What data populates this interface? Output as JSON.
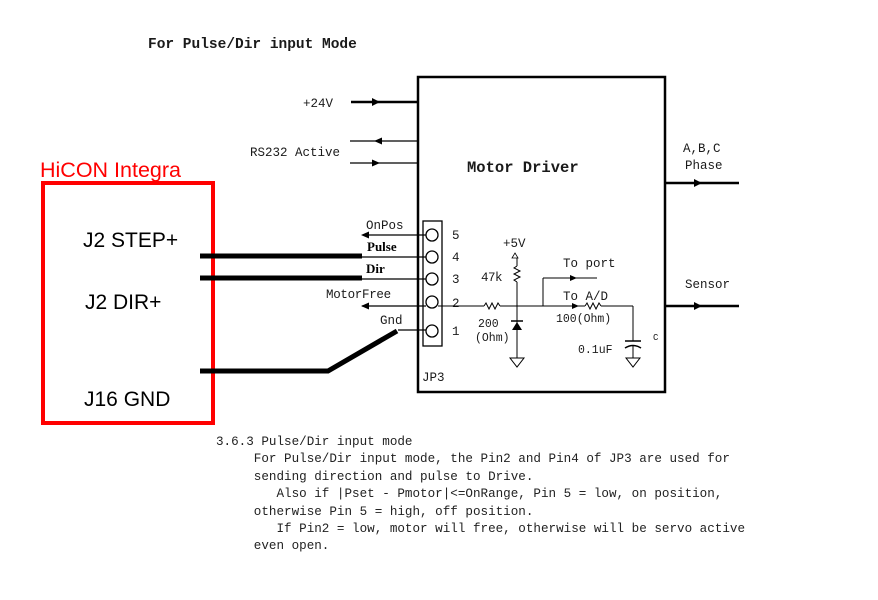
{
  "title": "For Pulse/Dir input Mode",
  "driver": {
    "label": "Motor Driver",
    "inputs": {
      "power": "+24V",
      "rs232": "RS232 Active"
    },
    "outputs": {
      "phase_line1": "A,B,C",
      "phase_line2": "Phase",
      "sensor": "Sensor"
    },
    "connector": {
      "name": "JP3",
      "pins": [
        {
          "number": "5",
          "signal": "OnPos"
        },
        {
          "number": "4",
          "signal": "Pulse"
        },
        {
          "number": "3",
          "signal": "Dir"
        },
        {
          "number": "2",
          "signal": "MotorFree"
        },
        {
          "number": "1",
          "signal": "Gnd"
        }
      ]
    },
    "circuit": {
      "supply": "+5V",
      "pullup": "47k",
      "series_r_value": "200",
      "series_r_unit": "(Ohm)",
      "to_port": "To port",
      "to_ad": "To A/D",
      "filter_r": "100(Ohm)",
      "cap_value": "0.1uF",
      "cap_label": "C"
    }
  },
  "controller": {
    "name": "HiCON Integra",
    "color": "#ff0000",
    "signals": [
      "J2 STEP+",
      "J2 DIR+",
      "J16 GND"
    ]
  },
  "notes": {
    "heading": "3.6.3 Pulse/Dir input mode",
    "lines": [
      "     For Pulse/Dir input mode, the Pin2 and Pin4 of JP3 are used for",
      "     sending direction and pulse to Drive.",
      "        Also if |Pset - Pmotor|<=OnRange, Pin 5 = low, on position,",
      "     otherwise Pin 5 = high, off position.",
      "        If Pin2 = low, motor will free, otherwise will be servo active",
      "     even open."
    ]
  }
}
